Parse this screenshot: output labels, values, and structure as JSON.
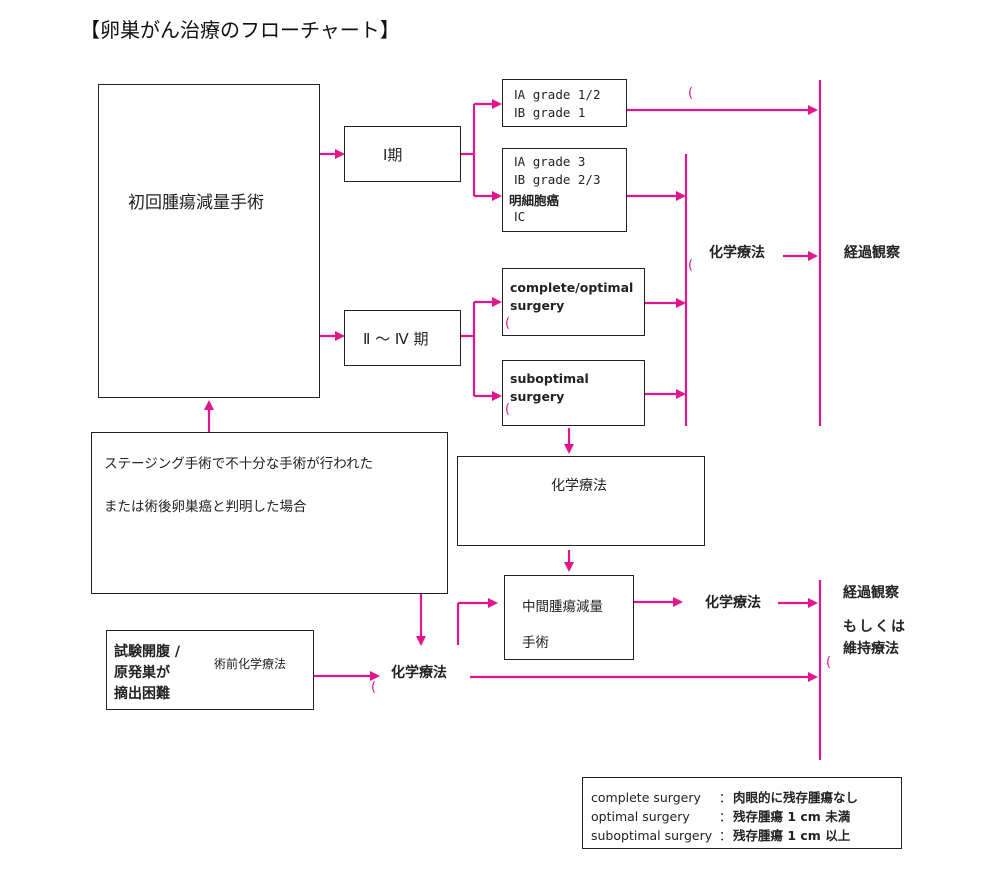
{
  "title": "【卵巣がん治療のフローチャート】",
  "initial_surgery": "初回腫瘍減量手術",
  "stage1": "Ⅰ期",
  "stage2_4": "Ⅱ ～ Ⅳ 期",
  "stage1_low": [
    "ⅠA grade 1/2",
    "ⅠB grade 1"
  ],
  "stage1_high": [
    "ⅠA grade 3",
    "ⅠB grade 2/3",
    "明細胞癌",
    "ⅠC"
  ],
  "complete_optimal": [
    "complete/optimal",
    "surgery"
  ],
  "suboptimal": [
    "suboptimal",
    "surgery"
  ],
  "chemo": "化学療法",
  "observation": "経過観察",
  "staging_note": [
    "ステージング手術で不十分な手術が行われた",
    "または術後卵巣癌と判明した場合"
  ],
  "interval_surgery": [
    "中間腫瘍減量",
    "手術"
  ],
  "laparotomy": [
    "試験開腹 /",
    "原発巣が",
    "摘出困難"
  ],
  "neoadjuvant": "術前化学療法",
  "obs_or_maint": [
    "経過観察",
    "もしくは",
    "維持療法"
  ],
  "legend": [
    {
      "term": "complete surgery",
      "sep": "：",
      "desc": "肉眼的に残存腫瘍なし"
    },
    {
      "term": "optimal surgery",
      "sep": "：",
      "desc": "残存腫瘍 1 cm 未満"
    },
    {
      "term": "suboptimal surgery",
      "sep": "：",
      "desc": "残存腫瘍 1 cm 以上"
    }
  ],
  "colors": {
    "arrow": "#e0168c",
    "border": "#222222"
  }
}
